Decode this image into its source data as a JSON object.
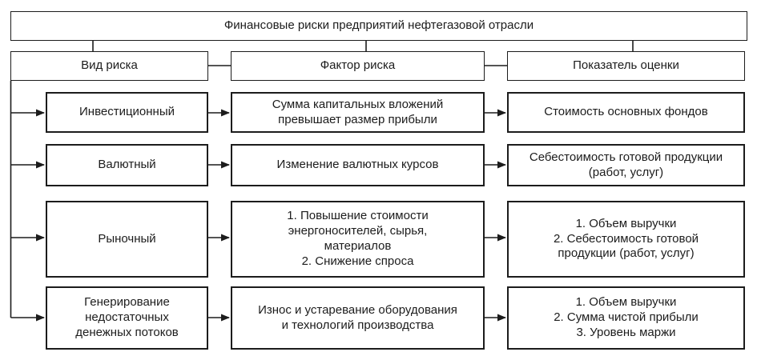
{
  "diagram": {
    "title": "Финансовые риски предприятий нефтегазовой отрасли",
    "headers": {
      "type": "Вид риска",
      "factor": "Фактор риска",
      "indicator": "Показатель оценки"
    },
    "rows": [
      {
        "type": "Инвестиционный",
        "factor": "Сумма капитальных вложений\nпревышает размер прибыли",
        "indicator": "Стоимость основных фондов"
      },
      {
        "type": "Валютный",
        "factor": "Изменение валютных курсов",
        "indicator": "Себестоимость готовой продукции\n(работ, услуг)"
      },
      {
        "type": "Рыночный",
        "factor": "1. Повышение стоимости\nэнергоносителей, сырья,\nматериалов\n2. Снижение спроса",
        "indicator": "1. Объем выручки\n2. Себестоимость готовой\nпродукции (работ, услуг)"
      },
      {
        "type": "Генерирование\nнедостаточных\nденежных потоков",
        "factor": "Износ и устаревание оборудования\nи технологий производства",
        "indicator": "1. Объем выручки\n2. Сумма чистой прибыли\n3. Уровень маржи"
      }
    ]
  },
  "colors": {
    "line": "#1c1c1c",
    "background": "#ffffff",
    "text": "#1c1c1c"
  }
}
